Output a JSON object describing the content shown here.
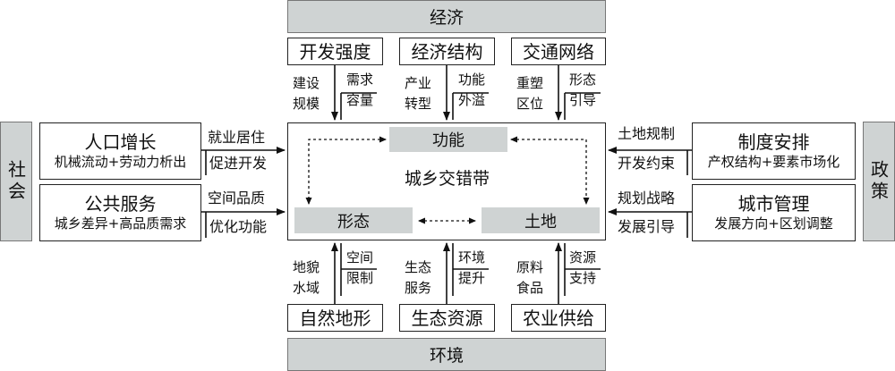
{
  "top_band": "经济",
  "bottom_band": "环境",
  "left_band": "社会",
  "right_band": "政策",
  "center": {
    "title": "城乡交错带",
    "nodes": {
      "function": "功能",
      "form": "形态",
      "land": "土地"
    }
  },
  "top_boxes": [
    {
      "label": "开发强度",
      "left_text": [
        "建设",
        "规模"
      ],
      "right_text": [
        "需求",
        "容量"
      ]
    },
    {
      "label": "经济结构",
      "left_text": [
        "产业",
        "转型"
      ],
      "right_text": [
        "功能",
        "外溢"
      ]
    },
    {
      "label": "交通网络",
      "left_text": [
        "重塑",
        "区位"
      ],
      "right_text": [
        "形态",
        "引导"
      ]
    }
  ],
  "bottom_boxes": [
    {
      "label": "自然地形",
      "left_text": [
        "地貌",
        "水域"
      ],
      "right_text": [
        "空间",
        "限制"
      ]
    },
    {
      "label": "生态资源",
      "left_text": [
        "生态",
        "服务"
      ],
      "right_text": [
        "环境",
        "提升"
      ]
    },
    {
      "label": "农业供给",
      "left_text": [
        "原料",
        "食品"
      ],
      "right_text": [
        "资源",
        "支持"
      ]
    }
  ],
  "left_boxes": [
    {
      "title": "人口增长",
      "subtitle": "机械流动+劳动力析出",
      "arrow_top": "就业居住",
      "arrow_bottom": "促进开发"
    },
    {
      "title": "公共服务",
      "subtitle": "城乡差异+高品质需求",
      "arrow_top": "空间品质",
      "arrow_bottom": "优化功能"
    }
  ],
  "right_boxes": [
    {
      "title": "制度安排",
      "subtitle": "产权结构+要素市场化",
      "arrow_top": "土地规制",
      "arrow_bottom": "开发约束"
    },
    {
      "title": "城市管理",
      "subtitle": "发展方向+区划调整",
      "arrow_top": "规划战略",
      "arrow_bottom": "发展引导"
    }
  ]
}
